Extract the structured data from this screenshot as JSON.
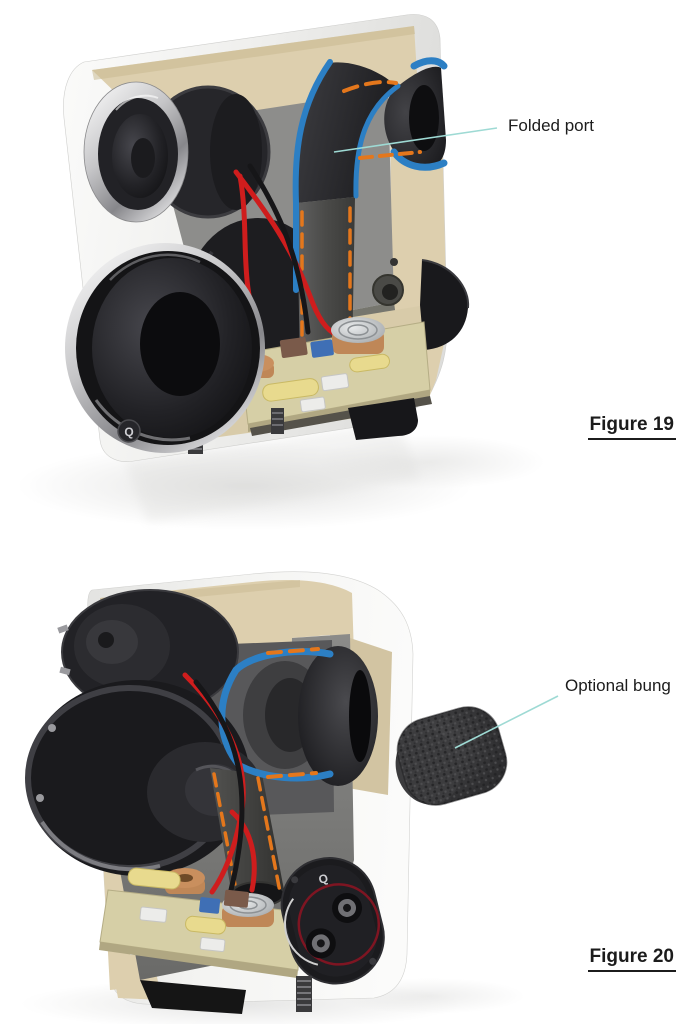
{
  "document": {
    "background": "#ffffff",
    "logo_text": "Q",
    "figures": [
      {
        "caption": "Figure 19",
        "annotation_label": "Folded port",
        "depicts": "Cutaway front three-quarter view of a loudspeaker showing the internal folded bass port highlighted in blue and orange"
      },
      {
        "caption": "Figure 20",
        "annotation_label": "Optional bung",
        "depicts": "Cutaway rear three-quarter view of the loudspeaker with a foam bung shown removed from the rear port opening"
      }
    ],
    "colors": {
      "background": "#ffffff",
      "text": "#1c1c1c",
      "leader_line": "#9edad4",
      "cabinet_white": "#f3f3f1",
      "cabinet_shade": "#d9d9d7",
      "mdf_beige": "#ddcfae",
      "mdf_beige_dark": "#c9b991",
      "interior_gray": "#8d8d8b",
      "port_blue": "#2c7fc4",
      "port_orange": "#e4771c",
      "wire_red": "#cf1d1d",
      "wire_black": "#161618",
      "pcb_tan": "#d6cfa6",
      "coil_copper": "#bf8757",
      "capacitor_yellow": "#e8da8e",
      "foam_dark": "#3c3c3e"
    }
  }
}
